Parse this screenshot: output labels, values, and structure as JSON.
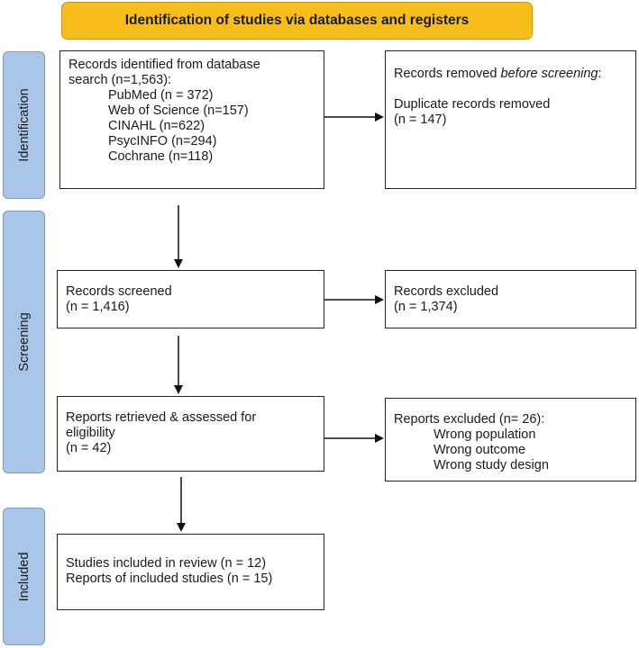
{
  "header": {
    "title": "Identification of studies via databases and registers"
  },
  "phases": {
    "identification": "Identification",
    "screening": "Screening",
    "included": "Included"
  },
  "identified": {
    "line1": "Records identified from database",
    "line2": "search (n=1,563):",
    "sources": [
      "PubMed (n = 372)",
      "Web of Science (n=157)",
      "CINAHL (n=622)",
      "PsycINFO (n=294)",
      "Cochrane (n=118)"
    ]
  },
  "removed": {
    "line1_prefix": "Records removed ",
    "line1_italic": "before screening",
    "line1_suffix": ":",
    "line2": "Duplicate records removed",
    "line3": "(n = 147)"
  },
  "screened": {
    "line1": "Records screened",
    "line2": "(n = 1,416)"
  },
  "excluded": {
    "line1": "Records excluded",
    "line2": "(n = 1,374)"
  },
  "retrieved": {
    "line1": "Reports retrieved & assessed for",
    "line2": "eligibility",
    "line3": "(n = 42)"
  },
  "reports_excluded": {
    "line1": "Reports excluded (n= 26):",
    "reasons": [
      "Wrong population",
      "Wrong outcome",
      "Wrong study design"
    ]
  },
  "included": {
    "line1": "Studies included in review (n = 12)",
    "line2": "Reports of included studies (n = 15)"
  }
}
